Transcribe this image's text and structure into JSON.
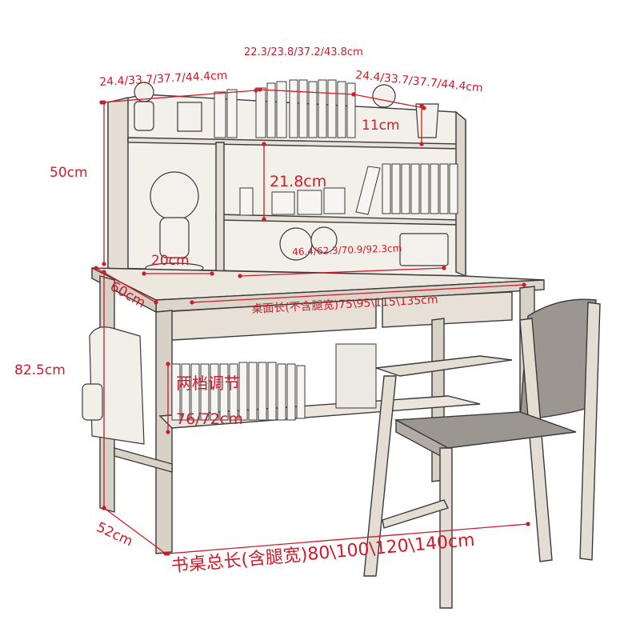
{
  "colors": {
    "dimension": "#d11a2a",
    "sketch": "#3a3a3a",
    "wood": "#e9e3da",
    "cushion": "#9c9690"
  },
  "labels": {
    "shelf_top_middle_width": "22.3/23.8/37.2/43.8cm",
    "shelf_top_left_width": "24.4/33.7/37.7/44.4cm",
    "shelf_top_right_width": "24.4/33.7/37.7/44.4cm",
    "shelf_top_depth": "11cm",
    "hutch_height": "50cm",
    "shelf_gap_height": "21.8cm",
    "desktop_shelf_depth": "20cm",
    "lower_shelf_width": "46.4/62.3/70.9/92.3cm",
    "desk_depth": "60cm",
    "desktop_length": "桌面长(不含腿宽)75\\95\\115\\135cm",
    "desk_height": "82.5cm",
    "adjust_note": "两档调节",
    "adjust_values": "76/72cm",
    "base_depth": "52cm",
    "total_length": "书桌总长(含腿宽)80\\100\\120\\140cm"
  }
}
